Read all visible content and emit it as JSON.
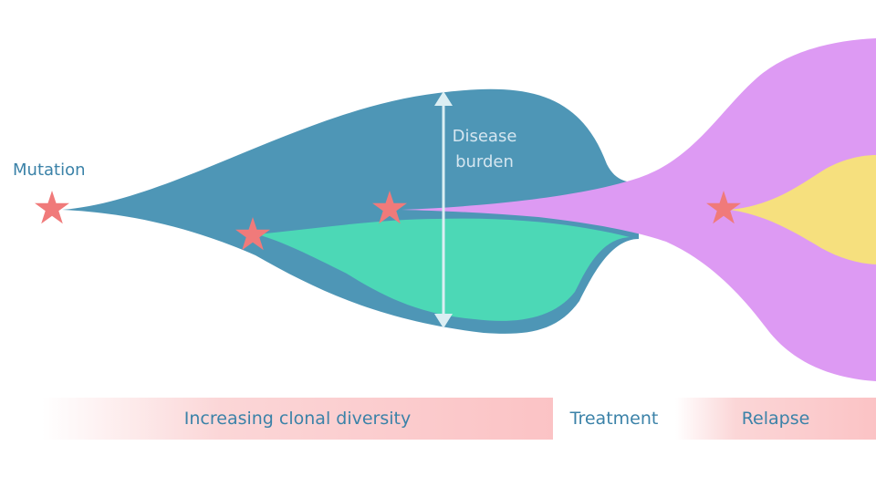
{
  "labels": {
    "mutation": "Mutation",
    "burden_line1": "Disease",
    "burden_line2": "burden"
  },
  "bands": {
    "diversity": "Increasing clonal diversity",
    "treatment": "Treatment",
    "relapse": "Relapse"
  },
  "colors": {
    "text_blue": "#3b82a8",
    "burden_text": "#d5e6f0",
    "original_clone": "#4e96b6",
    "subclone_green": "#4cd8b6",
    "subclone_purple": "#dd9af3",
    "subclone_yellow": "#f6e07e",
    "star": "#f07a7a",
    "arrow": "#dbeef3",
    "band_pink": "#fbc3c5"
  },
  "icons": {
    "mutation_marker": "star-icon",
    "burden_arrow": "double-arrow-icon"
  }
}
